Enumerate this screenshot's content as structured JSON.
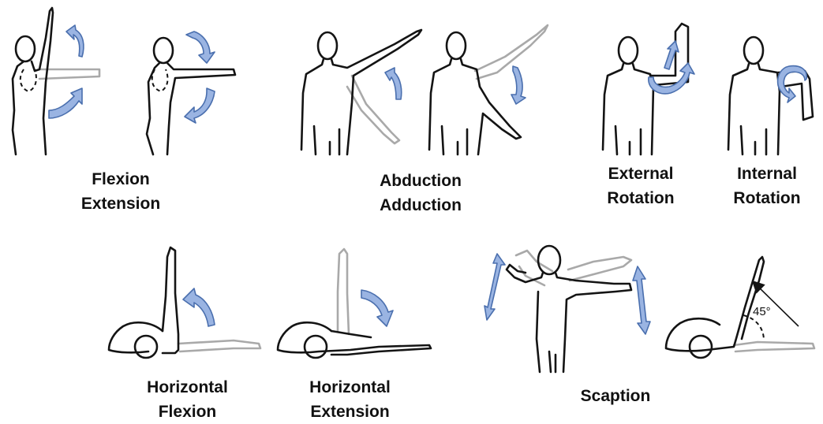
{
  "captions": {
    "flexion_extension": [
      "Flexion",
      "Extension"
    ],
    "abduction_adduction": [
      "Abduction",
      "Adduction"
    ],
    "external_rotation": [
      "External",
      "Rotation"
    ],
    "internal_rotation": [
      "Internal",
      "Rotation"
    ],
    "horizontal_flexion": [
      "Horizontal",
      "Flexion"
    ],
    "horizontal_extension": [
      "Horizontal",
      "Extension"
    ],
    "scaption": [
      "Scaption"
    ]
  },
  "angle_label": "45°",
  "colors": {
    "figure_outline": "#141414",
    "reference_outline": "#a9a9a9",
    "arrow_fill": "#9ab4e2",
    "arrow_stroke": "#4a6fae"
  }
}
